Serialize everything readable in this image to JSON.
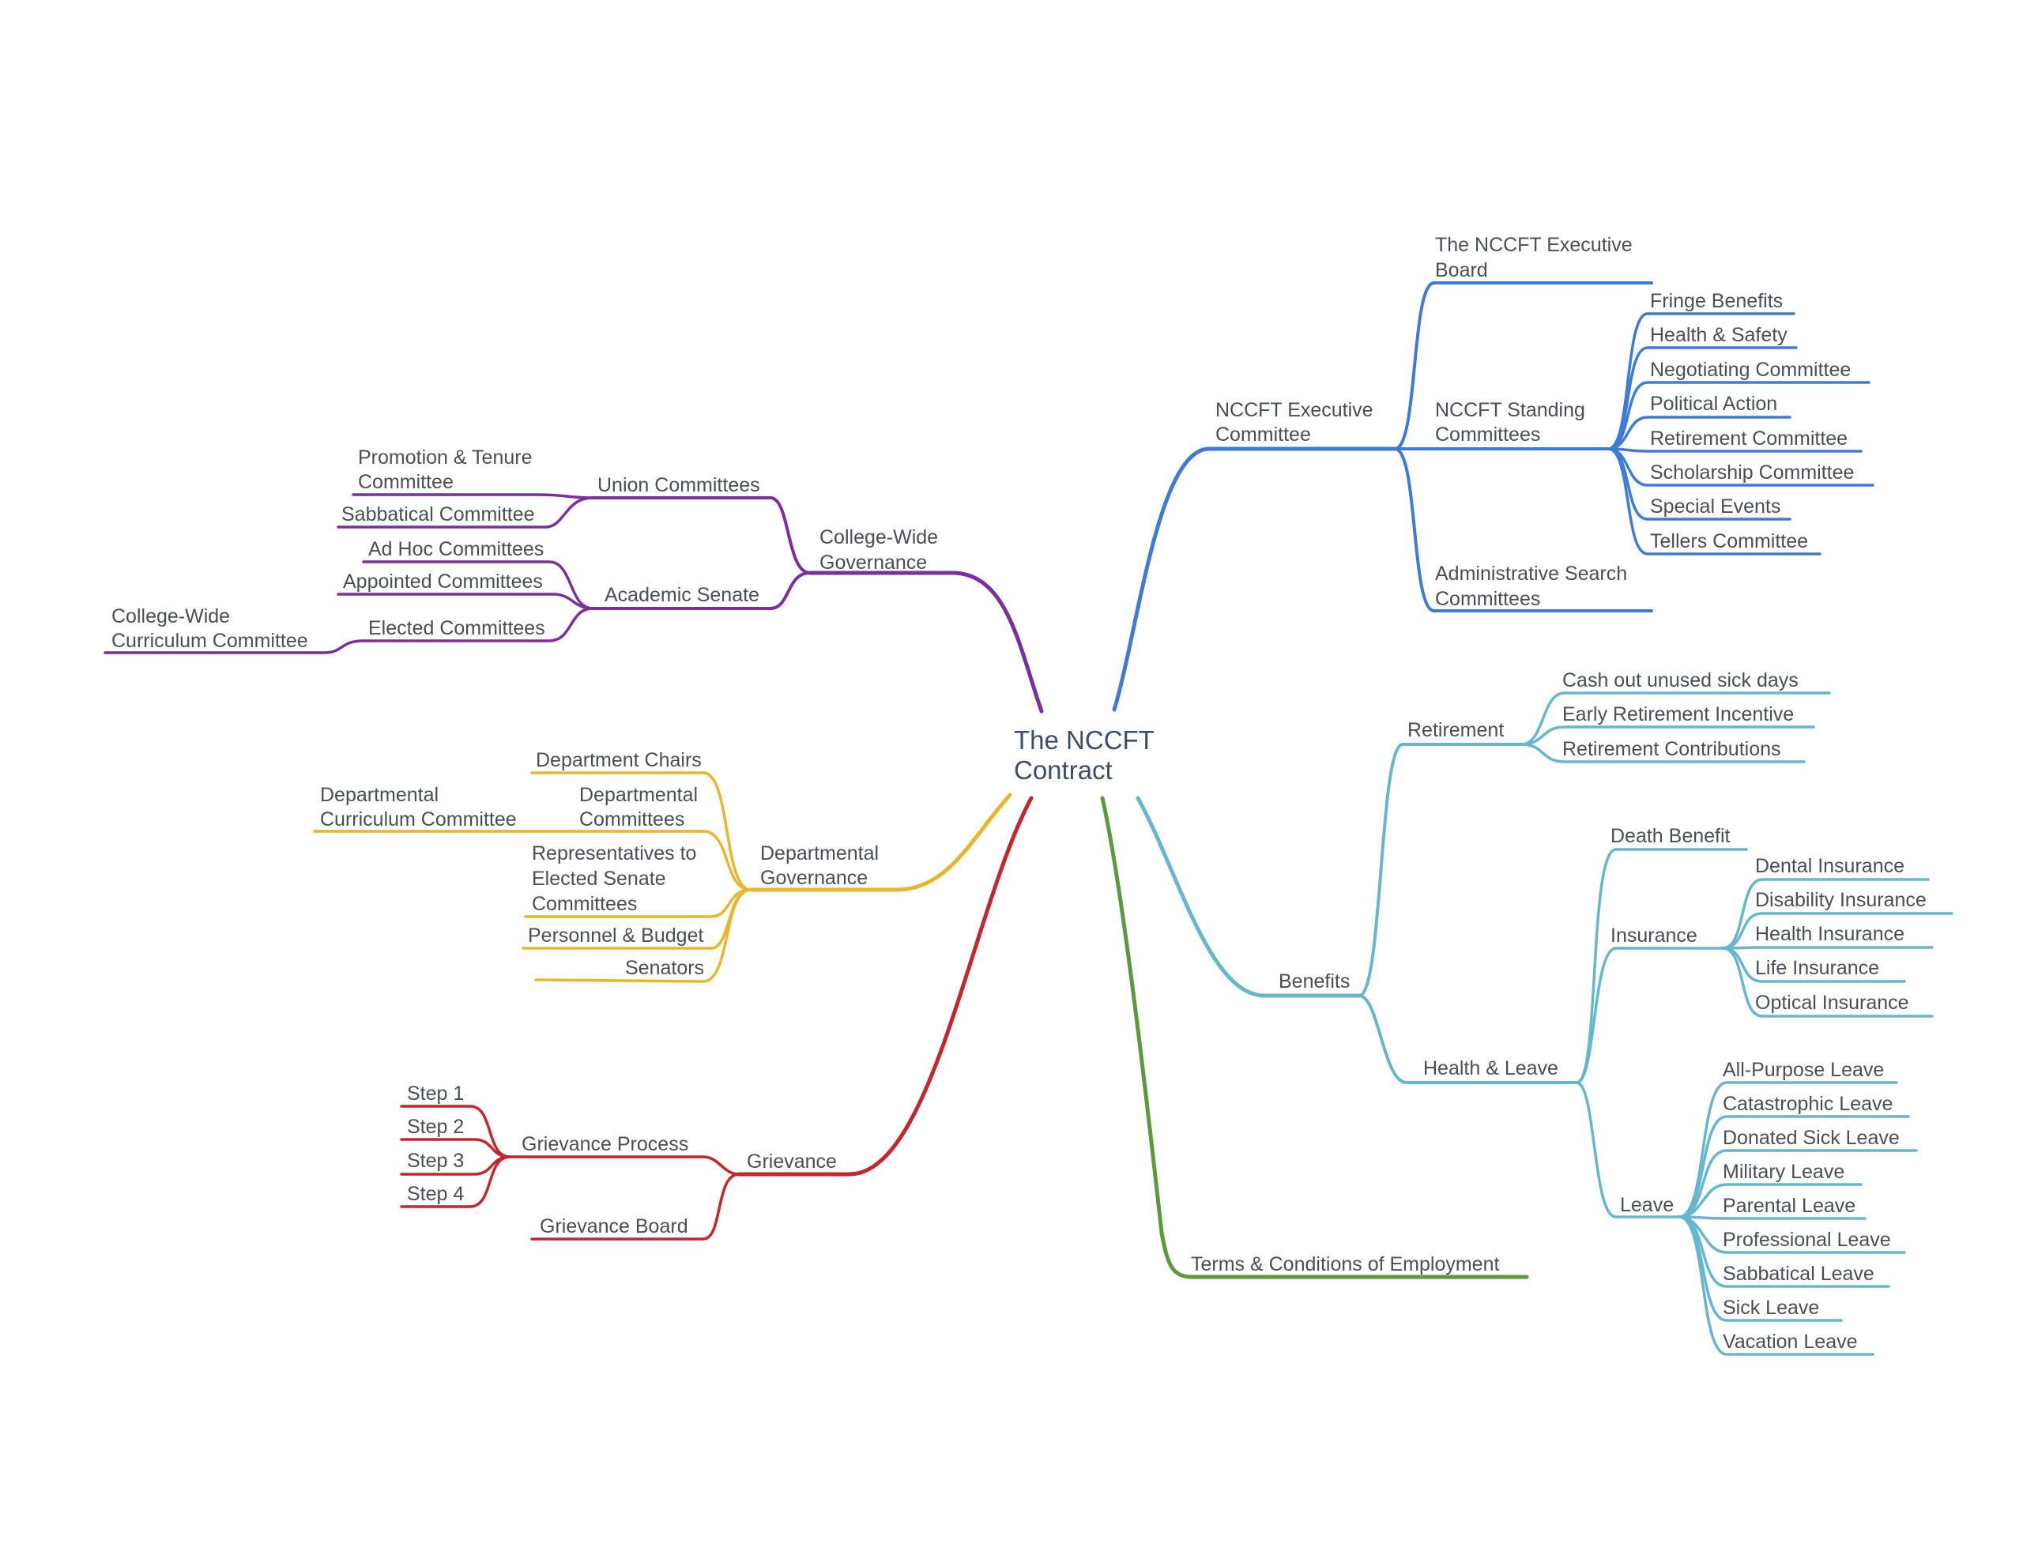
{
  "root": {
    "line1": "The NCCFT",
    "line2": "Contract"
  },
  "colors": {
    "college_wide": "#7b2f9c",
    "executive": "#3f7bd4",
    "benefits": "#67b6cf",
    "departmental": "#e8b52d",
    "grievance": "#c1272d",
    "terms": "#5a9a3b"
  },
  "college_wide": {
    "label_1": "College-Wide",
    "label_2": "Governance",
    "union_committees": {
      "label": "Union Committees",
      "children": [
        "Promotion & Tenure",
        "Committee",
        "Sabbatical Committee"
      ]
    },
    "academic_senate": {
      "label": "Academic Senate",
      "children": [
        "Ad Hoc Committees",
        "Appointed Committees",
        "Elected Committees"
      ],
      "elected_child_1": "College-Wide",
      "elected_child_2": "Curriculum Committee"
    }
  },
  "departmental": {
    "label_1": "Departmental",
    "label_2": "Governance",
    "chairs": "Department Chairs",
    "committees_1": "Departmental",
    "committees_2": "Committees",
    "curriculum_1": "Departmental",
    "curriculum_2": "Curriculum Committee",
    "reps_1": "Representatives to",
    "reps_2": "Elected Senate",
    "reps_3": "Committees",
    "pb": "Personnel & Budget",
    "senators": "Senators"
  },
  "grievance": {
    "label": "Grievance",
    "process": "Grievance Process",
    "steps": [
      "Step 1",
      "Step 2",
      "Step 3",
      "Step 4"
    ],
    "board": "Grievance Board"
  },
  "executive": {
    "label_1": "NCCFT Executive",
    "label_2": "Committee",
    "board_1": "The NCCFT Executive",
    "board_2": "Board",
    "standing_1": "NCCFT Standing",
    "standing_2": "Committees",
    "standing_children": [
      "Fringe Benefits",
      "Health & Safety",
      "Negotiating Committee",
      "Political Action",
      "Retirement Committee",
      "Scholarship Committee",
      "Special Events",
      "Tellers Committee"
    ],
    "search_1": "Administrative Search",
    "search_2": "Committees"
  },
  "benefits": {
    "label": "Benefits",
    "retirement": {
      "label": "Retirement",
      "children": [
        "Cash out unused sick days",
        "Early Retirement Incentive",
        "Retirement Contributions"
      ]
    },
    "health_leave": {
      "label": "Health & Leave",
      "death_benefit": "Death Benefit",
      "insurance": {
        "label": "Insurance",
        "children": [
          "Dental Insurance",
          "Disability Insurance",
          "Health Insurance",
          "Life Insurance",
          "Optical Insurance"
        ]
      },
      "leave": {
        "label": "Leave",
        "children": [
          "All-Purpose Leave",
          "Catastrophic Leave",
          "Donated Sick Leave",
          "Military Leave",
          "Parental Leave",
          "Professional Leave",
          "Sabbatical Leave",
          "Sick Leave",
          "Vacation Leave"
        ]
      }
    }
  },
  "terms": {
    "label": "Terms & Conditions of Employment"
  }
}
